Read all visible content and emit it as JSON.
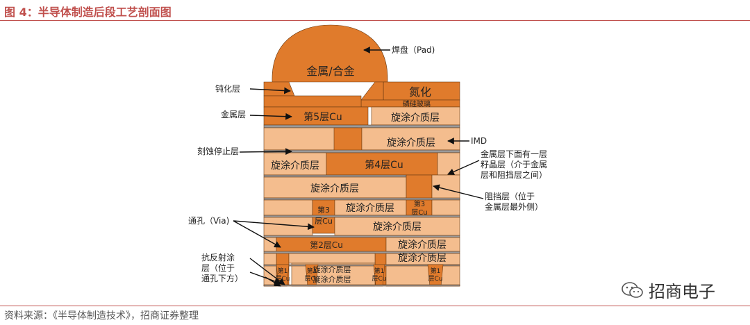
{
  "figure": {
    "title": "图 4：半导体制造后段工艺剖面图",
    "source": "资料来源：《半导体制造技术》，招商证券整理",
    "watermark": "招商电子"
  },
  "colors": {
    "metal": "#e07b2c",
    "dielectric": "#f4bd8e",
    "etch_stop": "#9a9a9a",
    "accent": "#c0504d"
  },
  "structure": {
    "pad": "金属/合金",
    "nitride": "氮化",
    "psg": "磷硅玻璃",
    "m5": "第5层Cu",
    "m4": "第4层Cu",
    "m3": "第3层Cu",
    "m3_split_a": "第3",
    "m3_split_b": "层Cu",
    "m2": "第2层Cu",
    "m1_a": "第1",
    "m1_b": "层Cu",
    "spin_on": "旋涂介质层"
  },
  "callouts": {
    "pad": "焊盘（Pad)",
    "passivation": "钝化层",
    "metal_layer": "金属层",
    "etch_stop": "刻蚀停止层",
    "via": "通孔（Via)",
    "arc": [
      "抗反射涂",
      "层（位于",
      "通孔下方）"
    ],
    "imd": "IMD",
    "seed": [
      "金属层下面有一层",
      "籽晶层（介于金属",
      "层和阻挡层之间）"
    ],
    "barrier": [
      "阻挡层（位于",
      "金属层最外侧）"
    ]
  }
}
